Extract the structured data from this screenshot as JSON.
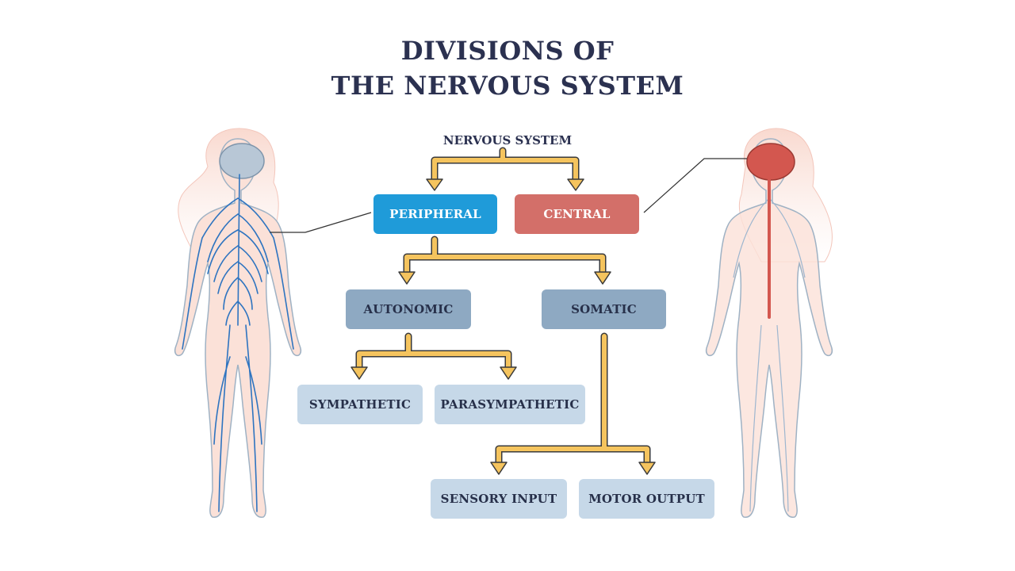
{
  "title": {
    "line1": "DIVISIONS OF",
    "line2": "THE NERVOUS SYSTEM"
  },
  "diagram": {
    "root": "NERVOUS SYSTEM",
    "peripheral": "PERIPHERAL",
    "central": "CENTRAL",
    "autonomic": "AUTONOMIC",
    "somatic": "SOMATIC",
    "sympathetic": "SYMPATHETIC",
    "parasympathetic": "PARASYMPATHETIC",
    "sensory_input": "SENSORY INPUT",
    "motor_output": "MOTOR OUTPUT"
  },
  "colors": {
    "title": "#2b3150",
    "peripheral": "#1f9bd9",
    "central": "#d36f69",
    "mid_level": "#8ea9c2",
    "leaf_level": "#c6d8e8",
    "arrow_fill": "#f5c45e",
    "arrow_outline": "#3a3a3a",
    "nerve_blue": "#2e74c0",
    "brain_red": "#d3574f",
    "skin": "#f7d3c7"
  }
}
